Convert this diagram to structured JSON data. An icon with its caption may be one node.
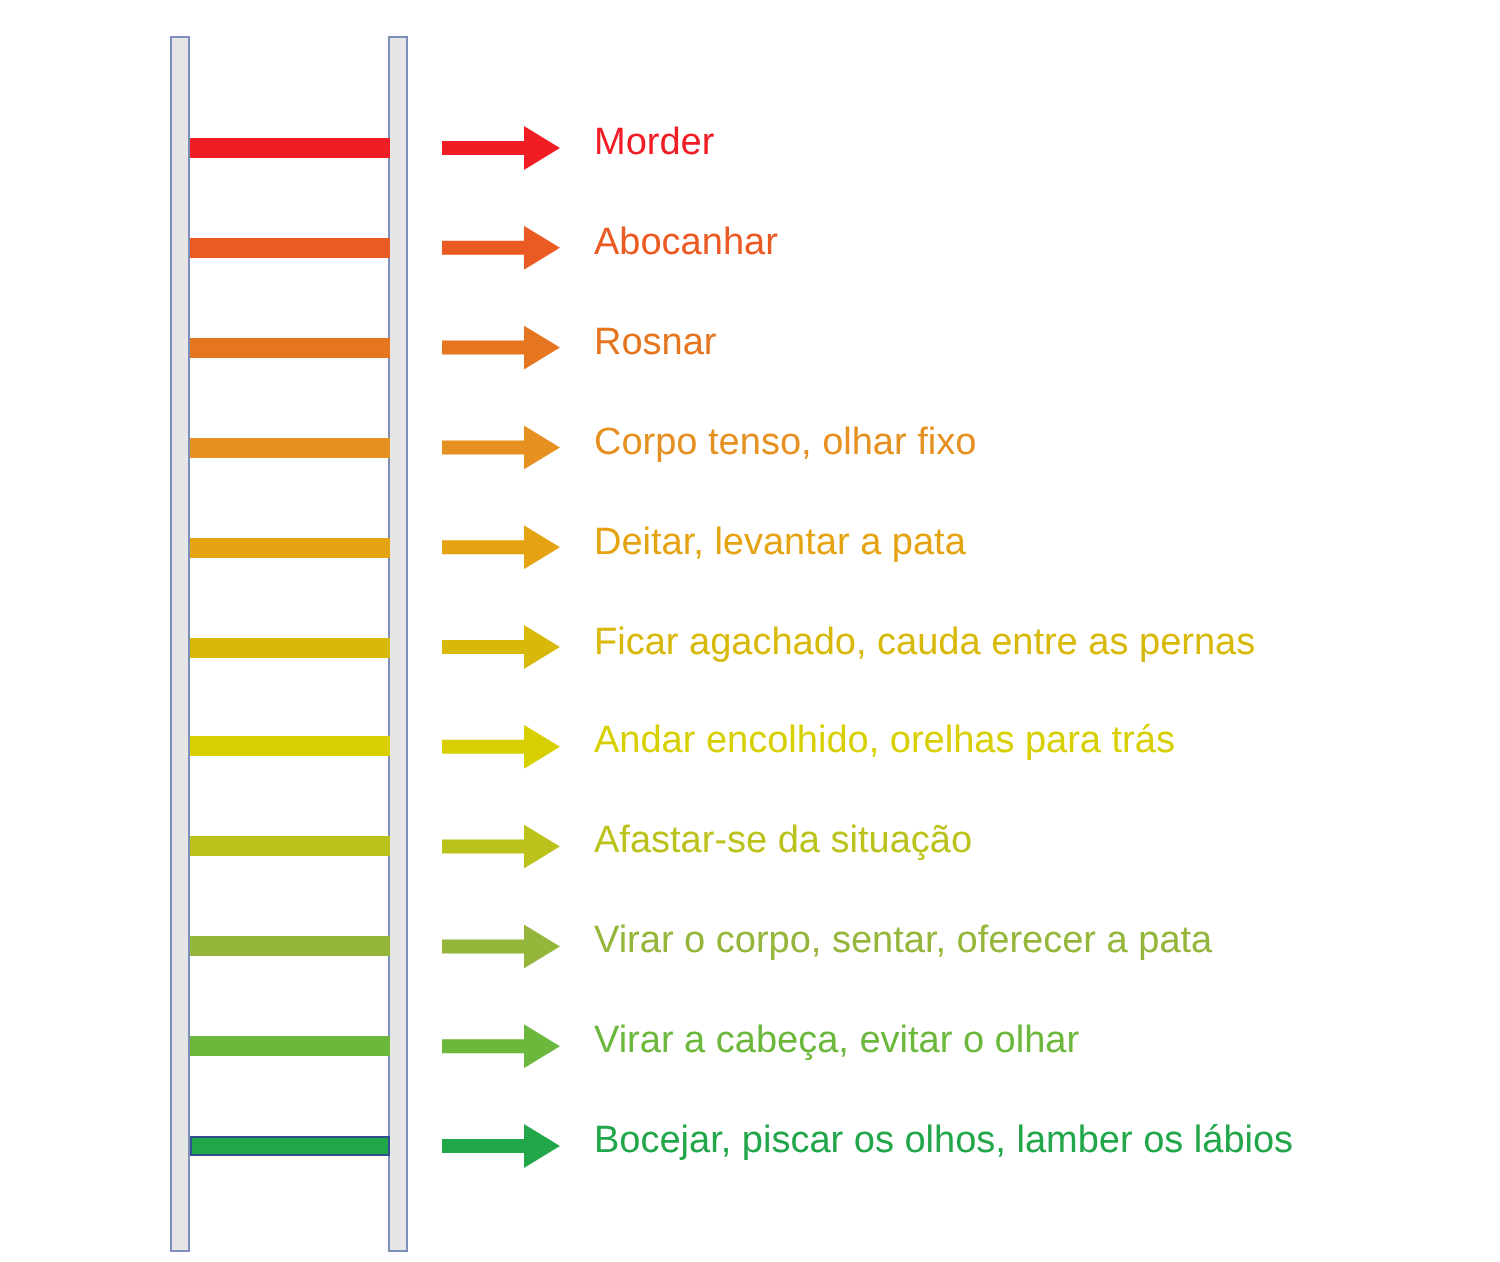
{
  "diagram": {
    "nodes": [
      {
        "text": [],
        "shape": "bar"
      },
      {
        "text": [
          "Morder"
        ]
      },
      {
        "text": [],
        "shape": "bar"
      },
      {
        "text": [
          "Abocanhar"
        ]
      },
      {
        "text": [],
        "shape": "bar"
      },
      {
        "text": [
          "Rosnar"
        ]
      },
      {
        "text": [],
        "shape": "bar"
      },
      {
        "text": [
          "Corpo tenso, olhar fixo"
        ]
      },
      {
        "text": [],
        "shape": "bar"
      },
      {
        "text": [
          "Deitar, levantar a pata"
        ]
      },
      {
        "text": [],
        "shape": "bar"
      },
      {
        "text": [
          "Ficar agachado, cauda entre as pernas"
        ]
      },
      {
        "text": [],
        "shape": "bar"
      },
      {
        "text": [
          "Andar encolhido, orelhas para trás"
        ]
      },
      {
        "text": [],
        "shape": "bar"
      },
      {
        "text": [
          "Afastar-se da situação"
        ]
      },
      {
        "text": [],
        "shape": "bar"
      },
      {
        "text": [
          "Virar o corpo, sentar, oferecer a pata"
        ]
      },
      {
        "text": [],
        "shape": "bar"
      },
      {
        "text": [
          "Virar a cabeça, evitar o olhar"
        ]
      },
      {
        "text": [],
        "shape": "bar"
      },
      {
        "text": [
          "Bocejar, piscar os olhos, lamber os lábios"
        ]
      }
    ],
    "edges": [
      {
        "from": 0,
        "to": 1,
        "arrow": "to",
        "color": "#f01d24"
      },
      {
        "from": 2,
        "to": 3,
        "arrow": "to",
        "color": "#ec5a24"
      },
      {
        "from": 4,
        "to": 5,
        "arrow": "to",
        "color": "#e5761f"
      },
      {
        "from": 6,
        "to": 7,
        "arrow": "to",
        "color": "#e59020"
      },
      {
        "from": 8,
        "to": 9,
        "arrow": "to",
        "color": "#e5a312"
      },
      {
        "from": 10,
        "to": 11,
        "arrow": "to",
        "color": "#d8b90a"
      },
      {
        "from": 12,
        "to": 13,
        "arrow": "to",
        "color": "#d8cf00"
      },
      {
        "from": 14,
        "to": 15,
        "arrow": "to",
        "color": "#bcc21c"
      },
      {
        "from": 16,
        "to": 17,
        "arrow": "to",
        "color": "#94b63a"
      },
      {
        "from": 18,
        "to": 19,
        "arrow": "to",
        "color": "#6cb83c"
      },
      {
        "from": 20,
        "to": 21,
        "arrow": "to",
        "color": "#22a64a"
      }
    ]
  }
}
